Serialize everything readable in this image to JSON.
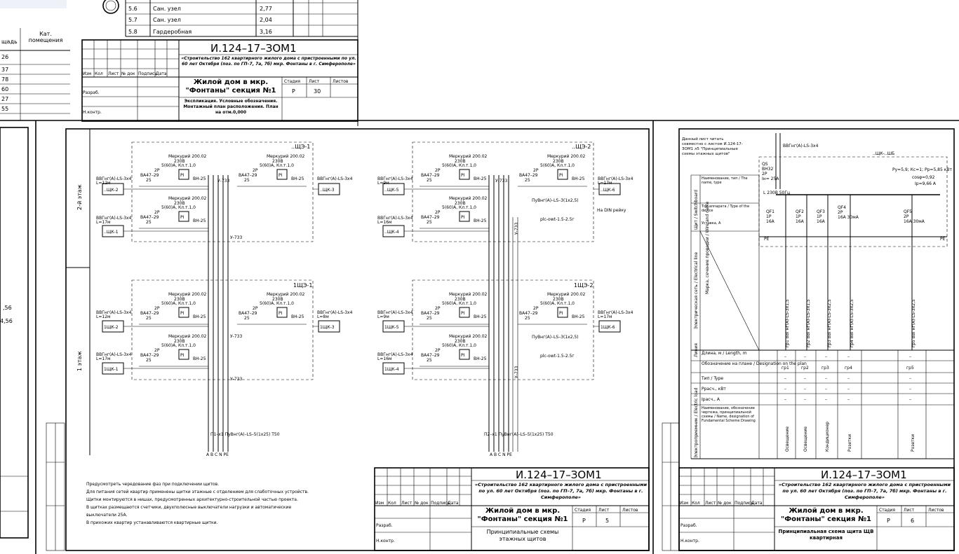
{
  "top_rooms": [
    {
      "num": "5.6",
      "name": "Сан. узел",
      "area": "2,77"
    },
    {
      "num": "5.7",
      "name": "Сан. узел",
      "area": "2,04"
    },
    {
      "num": "5.8",
      "name": "Гардеробная",
      "area": "3,16"
    }
  ],
  "left_table": {
    "head_area": "щадь",
    "head_cat": "Кат. помещения",
    "values": [
      "26",
      "37",
      "78",
      "60",
      "27",
      "55"
    ]
  },
  "left_values": [
    ",56",
    "4,56"
  ],
  "doc_code": "И.124–17–ЗОМ1",
  "project_desc": "«Строительство 162 квартирного жилого дома с пристроенными по ул. 60 лет Октября (поз. по ГП–7, 7а, 7б) мкр. Фонтаны в г. Симферополе»",
  "building": "Жилой дом в мкр. \"Фонтаны\" секция №1",
  "stamp_labels": {
    "izm": "Изм",
    "kol": "Кол",
    "list": "Лист",
    "ndok": "№ док",
    "podp": "Подпись",
    "data": "Дата",
    "razrab": "Разраб.",
    "nkontr": "Н.контр.",
    "stadia": "Стадия",
    "list2": "Лист",
    "listov": "Листов",
    "stage": "Р"
  },
  "sheet_top": {
    "sheet": "30",
    "content": "Экспликация. Условные обозначения. Монтажный план расположения. План на отм.0,000"
  },
  "sheet_mid": {
    "sheet": "5",
    "content": "Принципиальные схемы этажных щитов"
  },
  "sheet_right": {
    "sheet": "6",
    "content": "Принципиальная схема щита ЩВ квартирная"
  },
  "floor_labels": [
    "2-й этаж",
    "1 этаж"
  ],
  "shields": [
    "..ЩК-2",
    "..ЩК-3",
    "..ЩК-1",
    "..ЩК-5",
    "..ЩК-6",
    "..ЩК-4",
    "1ЩК-2",
    "1ЩК-3",
    "1ЩК-1",
    "1ЩК-5",
    "1ЩК-6",
    "1ЩК-4"
  ],
  "panel_titles": [
    "..ЩЭ-1",
    "..ЩЭ-2",
    "1ЩЭ-1",
    "1ЩЭ-2"
  ],
  "meter": "Меркурий 200.02",
  "meter_spec": [
    "230В",
    "5(60)А, Кл.т.1,0"
  ],
  "breaker": "ВА47–29",
  "breaker_spec": [
    "2Р",
    "25"
  ],
  "rcd": "ВН-25",
  "pi_label": "PI",
  "cables": {
    "main": "ВВГнг(А)-LS-3х4",
    "len12": "L=12м",
    "len17": "L=17м",
    "len9": "L=9м",
    "len16": "L=16м",
    "len8": "L=8м"
  },
  "riser": "У-733",
  "feeders": [
    "П1–х1  ПуВнг(А)–LS–5(1х25)  Т50",
    "П2–х1  ПуВнг(А)–LS–5(1х25)  Т50"
  ],
  "phases": "A B C N PE",
  "din_note": "На DIN рейку",
  "pe_wire": "ПуВнг(А)–LS–3(1х2,5)",
  "pe_wire2": "plc-owt-1.5-2.5г",
  "notes": [
    "Предусмотреть чередование фаз при подключении щитов.",
    "Для питания сетей квартир применены щитки этажные с отделением для слаботочных устройств.",
    "Щитки монтируются в нишах, предусмотренных архитектурно-строительной частью проекта.",
    "В щитках размещаются счетчики, двухполюсные выключатели нагрузки и автоматические",
    "выключатели 25А.",
    "В прихожих квартир устанавливаются квартирные щитки."
  ],
  "right_sheet": {
    "note": "Данный лист читать совместно с листом И.124-17-ЗОМ1 л5 \"Принципиальные схемы этажных щитов\"",
    "input_cable": "ВВГнг(А)-LS-3х4",
    "panel": "..ЩК-..ШБ",
    "params": [
      "Ру=5,9; Кс=1; Рр=5,85 кВт",
      "cosφ=0,92",
      "Ip=9,66 А"
    ],
    "qs": [
      "QS",
      "ВН32",
      "2Р",
      "Iн= 25А"
    ],
    "bus": "L  230В  50Гц",
    "pe": "PE",
    "breakers": [
      {
        "id": "QF1",
        "poles": "1P",
        "rating": "16A"
      },
      {
        "id": "QF2",
        "poles": "1P",
        "rating": "16A"
      },
      {
        "id": "QF3",
        "poles": "1P",
        "rating": "16A"
      },
      {
        "id": "QF4",
        "poles": "2P",
        "rating": "16A 30мА"
      },
      {
        "id": "QF5",
        "poles": "2P",
        "rating": "16A 30мА"
      }
    ],
    "row_labels": [
      "Наименование, тип / The name, type",
      "Ток аппарата / Type of the device",
      "Уставка, А",
      "Марка, сечение проводки / Wire and cable",
      "Длина, м / Length, m",
      "Обозначение на плане / Designation on the plan",
      "Тип / Type",
      "Ррасч., кВт",
      "Iрасч., А",
      "Наименование, обозначение чертежа, принципиальной схемы / Name, designation of Fundamental Scheme Drawing"
    ],
    "side_labels": [
      "Щит / Switchboard",
      "Электрическая сеть / Electrical line",
      "Линия",
      "Электроприемник / Electric load"
    ],
    "line_cables": [
      "гр1 ВВГнг(А)-LS-3х1,5",
      "гр2 ВВГнг(А)-LS-3х1,5",
      "гр3 ВВГнг(А)-LS-3х2,5",
      "гр4 ВВГнг(А)-LS-3х2,5",
      "гр5 ВВГнг(А)-LS-3х2,5"
    ],
    "designations": [
      "гр1",
      "гр2",
      "гр3",
      "гр4",
      "гр5"
    ],
    "dash": "–",
    "consumers": [
      "Освещение",
      "Освещение",
      "Кондиционер",
      "Розетки",
      "Розетки"
    ]
  }
}
